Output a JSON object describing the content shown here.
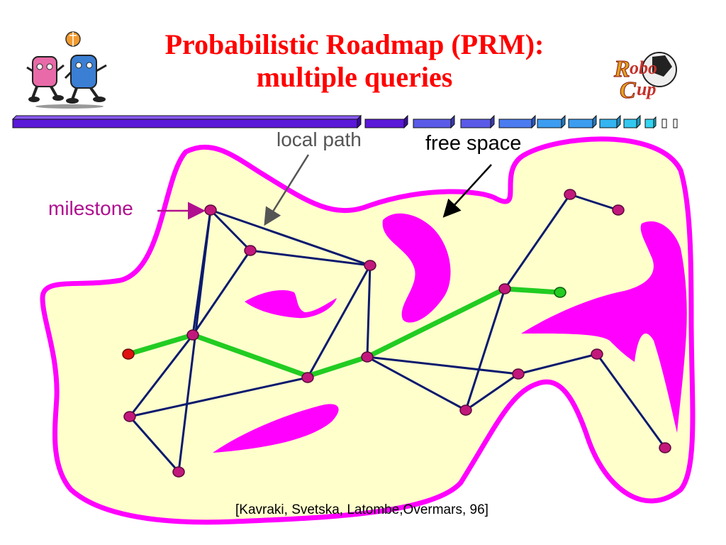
{
  "slide": {
    "title_line1": "Probabilistic Roadmap (PRM):",
    "title_line2": "multiple queries",
    "logo_right_text_1": "R",
    "logo_right_text_2": "obo",
    "logo_right_text_3": "C",
    "logo_right_text_4": "up"
  },
  "labels": {
    "local_path": "local path",
    "free_space": "free space",
    "milestone": "milestone"
  },
  "citation": "[Kavraki, Svetska, Latombe,Overmars, 96]",
  "colors": {
    "title": "#ff0000",
    "free_space_fill": "#ffffcc",
    "boundary": "#ff00ff",
    "obstacle": "#ff00ff",
    "edge": "#0a1a6e",
    "milestone": "#c2187c",
    "path": "#22cc22",
    "start": "#e01010",
    "goal": "#22cc22"
  },
  "icons": [
    "robot-mascots-logo",
    "robocup-logo"
  ]
}
